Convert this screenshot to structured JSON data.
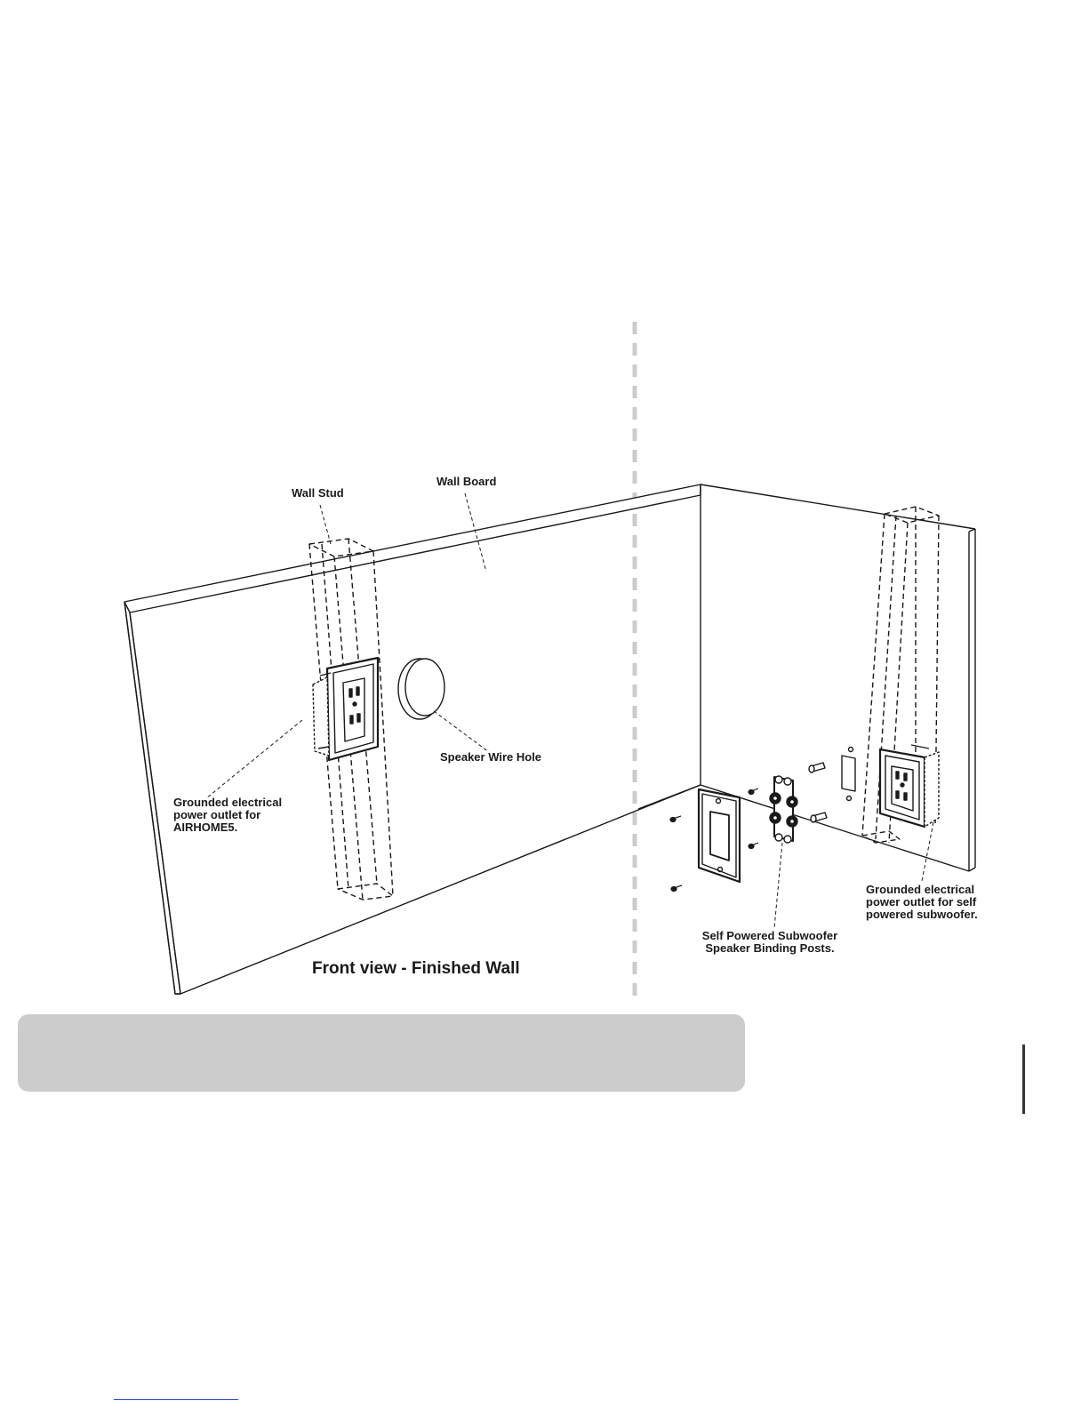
{
  "labels": {
    "wall_stud": "Wall Stud",
    "wall_board": "Wall Board",
    "speaker_wire_hole": "Speaker Wire Hole",
    "outlet_airhome_line1": "Grounded electrical",
    "outlet_airhome_line2": "power outlet for",
    "outlet_airhome_line3": "AIRHOME5.",
    "outlet_sub_line1": "Grounded electrical",
    "outlet_sub_line2": "power outlet for self",
    "outlet_sub_line3": "powered subwoofer.",
    "binding_posts_line1": "Self Powered Subwoofer",
    "binding_posts_line2": "Speaker Binding Posts.",
    "front_view_title": "Front view - Finished Wall"
  },
  "colors": {
    "line": "#1a1a1a",
    "divider": "#cccccc",
    "band": "#cccccc"
  }
}
